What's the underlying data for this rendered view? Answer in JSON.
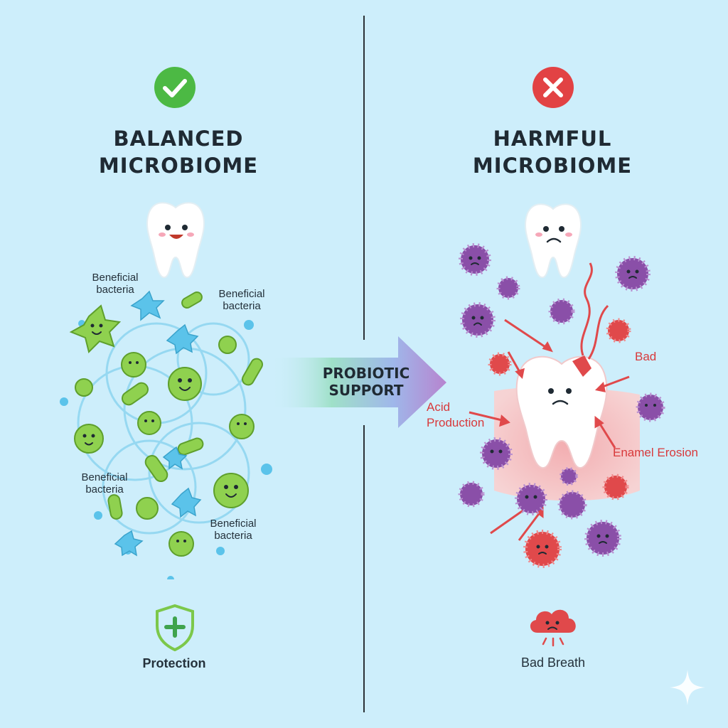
{
  "left_panel": {
    "status_icon": "check-circle-icon",
    "status_color": "#4cb944",
    "title": "BALANCED\nMICROBIOME",
    "labels": [
      "Beneficial\nbacteria",
      "Beneficial\nbacteria",
      "Beneficial\nbacteria",
      "Beneficial\nbacteria"
    ],
    "footer_icon": "shield-plus-icon",
    "footer_label": "Protection"
  },
  "center": {
    "arrow_label": "PROBIOTIC\nSUPPORT"
  },
  "right_panel": {
    "status_icon": "x-circle-icon",
    "status_color": "#e24244",
    "title": "HARMFUL\nMICROBIOME",
    "labels": {
      "bad": "Bad",
      "acid": "Acid\nProduction",
      "enamel": "Enamel Erosion"
    },
    "footer_icon": "cloud-icon",
    "footer_label": "Bad Breath"
  },
  "colors": {
    "background": "#cdeefb",
    "beneficial_green": "#8fd14f",
    "beneficial_blue": "#5bc3ea",
    "harmful_purple": "#8a4fa8",
    "harmful_red": "#e0494b"
  }
}
